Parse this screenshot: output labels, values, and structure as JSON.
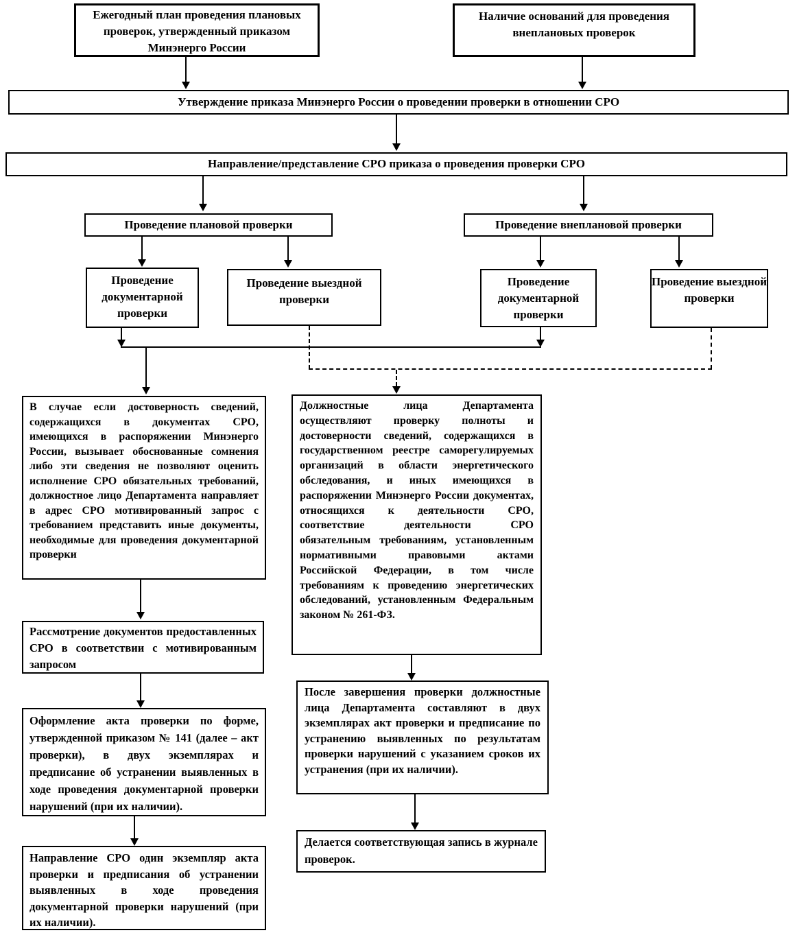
{
  "flowchart": {
    "nodes": {
      "annual_plan": "Ежегодный план проведения плановых проверок, утвержденный приказом Минэнерго России",
      "grounds_unplanned": "Наличие оснований для проведения внеплановых проверок",
      "order_approval": "Утверждение приказа Минэнерго России о проведении проверки в отношении СРО",
      "order_direction": "Направление/представление СРО приказа о проведения проверки СРО",
      "planned_inspection": "Проведение плановой проверки",
      "unplanned_inspection": "Проведение внеплановой проверки",
      "planned_documentary": "Проведение документарной проверки",
      "planned_field": "Проведение выездной проверки",
      "unplanned_documentary": "Проведение документарной проверки",
      "unplanned_field": "Проведение выездной проверки",
      "motivated_request": "В случае если достоверность сведений, содержащихся в документах СРО, имеющихся в распоряжении Минэнерго России, вызывает обоснованные сомнения либо эти сведения не позволяют оценить исполнение СРО обязательных требований, должностное лицо Департамента направляет в адрес СРО мотивированный запрос с требованием представить иные документы, необходимые для проведения документарной проверки",
      "officials_review": "Должностные лица Департамента осуществляют проверку полноты и достоверности сведений, содержащихся в государственном реестре саморегулируемых организаций в области энергетического обследования, и иных имеющихся в распоряжении Минэнерго России документах, относящихся к деятельности СРО, соответствие деятельности СРО обязательным требованиям, установленным нормативными правовыми актами Российской Федерации, в том числе требованиям к проведению энергетических обследований, установленным Федеральным законом № 261-ФЗ.",
      "documents_review": "Рассмотрение документов предоставленных СРО в соответствии с мотивированным запросом",
      "act_execution": "Оформление акта проверки по форме, утвержденной приказом № 141 (далее – акт проверки), в двух экземплярах и предписание об устранении выявленных в ходе проведения документарной проверки нарушений (при их наличии).",
      "act_direction": "Направление СРО один экземпляр акта проверки и предписания об устранении выявленных в ходе проведения документарной проверки нарушений (при их наличии).",
      "act_drafting": "После завершения проверки должностные лица Департамента составляют в двух экземплярах акт проверки и предписание по устранению выявленных по результатам проверки нарушений с указанием сроков их устранения (при их наличии).",
      "journal_entry": "Делается соответствующая запись в журнале проверок."
    },
    "colors": {
      "line": "#000000",
      "box_border": "#000000",
      "box_background": "#ffffff",
      "page_background": "#ffffff"
    }
  }
}
